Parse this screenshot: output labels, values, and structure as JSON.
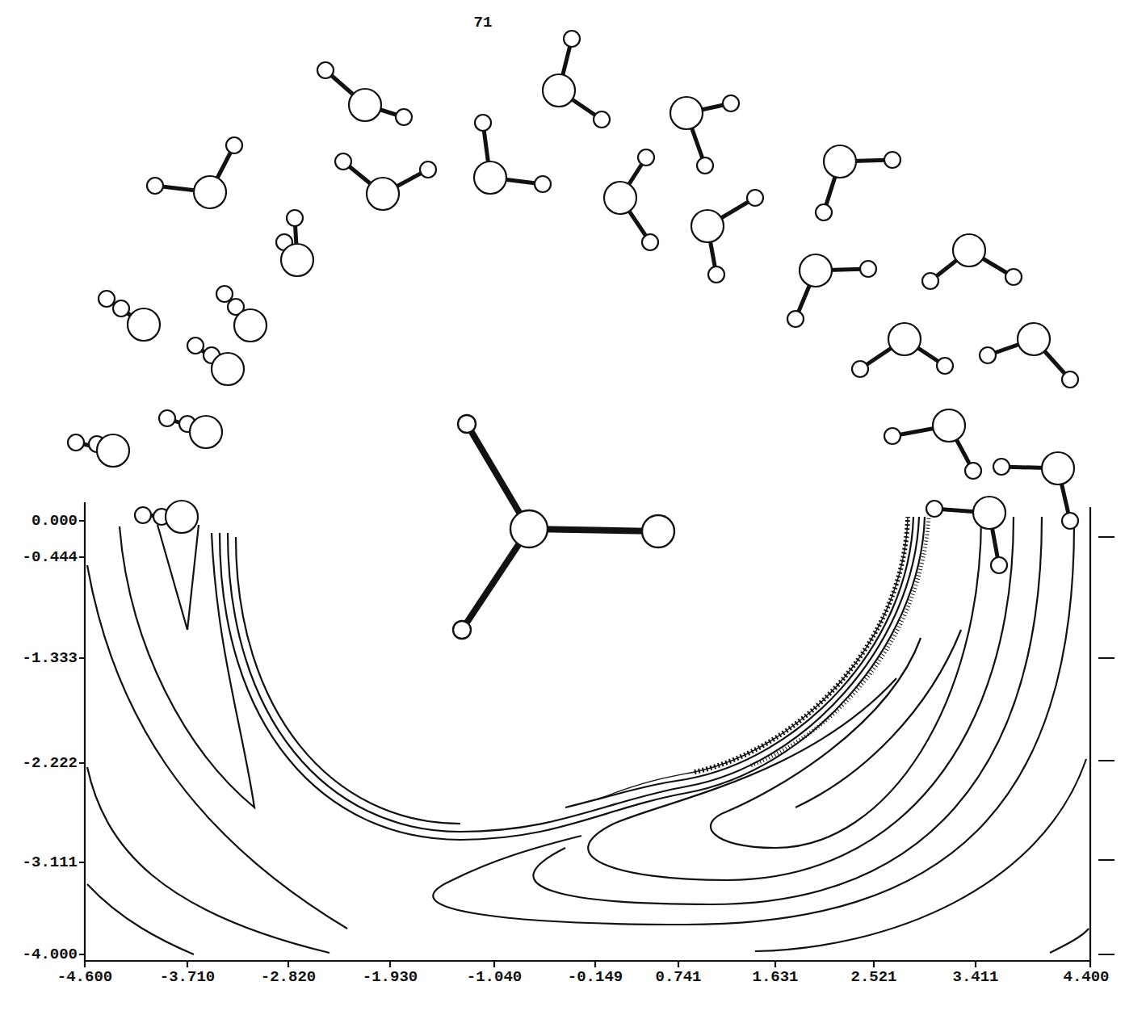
{
  "diagram": {
    "labels": [
      "71",
      "0.000",
      "-0.444",
      "-1.333",
      "-2.222",
      "-3.111",
      "-4.000",
      "-4.600",
      "-3.710",
      "-2.820",
      "-1.930",
      "-1.040",
      "-0.149",
      "0.741",
      "1.631",
      "2.521",
      "3.411",
      "4.400"
    ]
  }
}
